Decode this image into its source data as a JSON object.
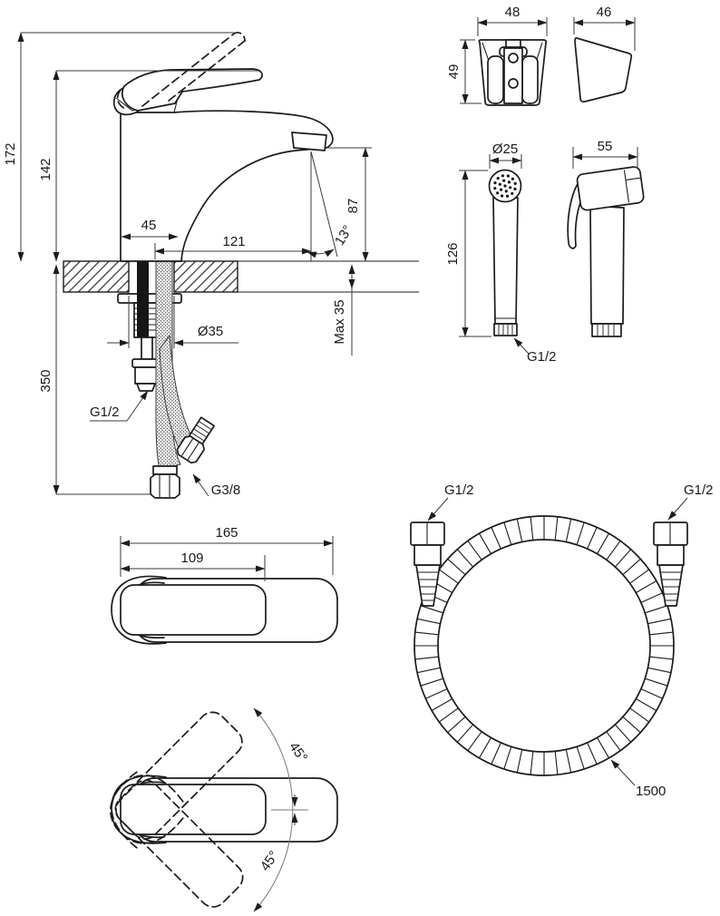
{
  "views": {
    "faucet_side": {
      "dims": {
        "total_height": "172",
        "body_height": "142",
        "base_width": "45",
        "spout_reach": "121",
        "outlet_height": "87",
        "stream_angle": "13°",
        "hole_diameter": "Ø35",
        "max_deck": "Max 35",
        "supply_length": "350",
        "shank_thread": "G1/2",
        "supply_thread": "G3/8"
      }
    },
    "bracket_front": {
      "dims": {
        "width": "48",
        "height": "49"
      }
    },
    "bracket_side": {
      "dims": {
        "depth": "46"
      }
    },
    "shower_front": {
      "dims": {
        "head_diameter": "Ø25",
        "length": "126",
        "thread": "G1/2"
      }
    },
    "shower_side": {
      "dims": {
        "depth": "55"
      }
    },
    "faucet_top": {
      "dims": {
        "total_length": "165",
        "handle_length": "109"
      }
    },
    "faucet_swivel": {
      "dims": {
        "angle_upper": "45°",
        "angle_lower": "45°"
      }
    },
    "hose": {
      "dims": {
        "thread_left": "G1/2",
        "thread_right": "G1/2",
        "length": "1500"
      }
    }
  }
}
